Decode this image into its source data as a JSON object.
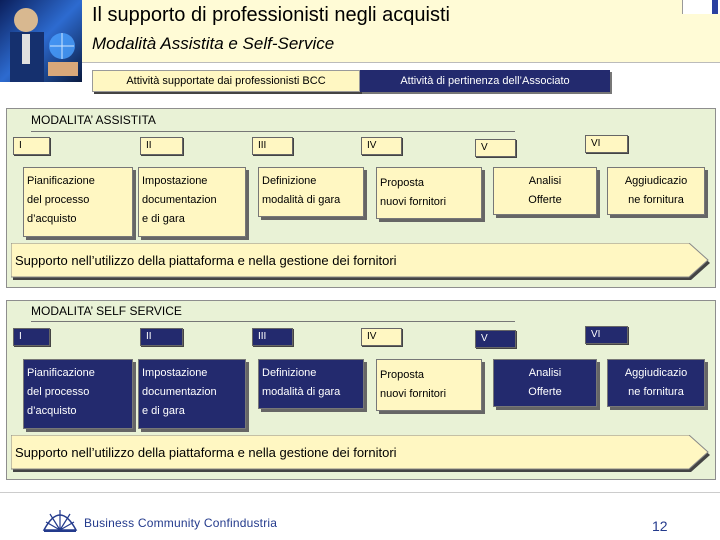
{
  "header": {
    "title": "Il supporto di professionisti negli acquisti",
    "subtitle": "Modalità Assistita e Self-Service"
  },
  "legend": {
    "professional": "Attività supportate dai professionisti BCC",
    "associate": "Attività di pertinenza dell’Associato"
  },
  "colors": {
    "light_fill": "#fff7c2",
    "dark_fill": "#232a6e",
    "panel_fill": "#e9f2d6",
    "header_band": "#fffbd6"
  },
  "panels": [
    {
      "title": "MODALITA’ ASSISTITA",
      "phases": [
        {
          "numeral": "I",
          "lines": [
            "Pianificazione",
            "del processo",
            "d’acquisto"
          ],
          "owner": "professional"
        },
        {
          "numeral": "II",
          "lines": [
            "Impostazione",
            "documentazion",
            "e di gara"
          ],
          "owner": "professional"
        },
        {
          "numeral": "III",
          "lines": [
            "Definizione",
            "modalità di gara"
          ],
          "owner": "professional"
        },
        {
          "numeral": "IV",
          "lines": [
            "Proposta",
            "nuovi fornitori"
          ],
          "owner": "professional"
        },
        {
          "numeral": "V",
          "lines": [
            "Analisi",
            "Offerte"
          ],
          "owner": "professional"
        },
        {
          "numeral": "VI",
          "lines": [
            "Aggiudicazio",
            "ne fornitura"
          ],
          "owner": "professional"
        }
      ],
      "support": "Supporto nell’utilizzo della piattaforma e nella gestione dei fornitori"
    },
    {
      "title": "MODALITA’ SELF SERVICE",
      "phases": [
        {
          "numeral": "I",
          "lines": [
            "Pianificazione",
            "del processo",
            "d’acquisto"
          ],
          "owner": "associate"
        },
        {
          "numeral": "II",
          "lines": [
            "Impostazione",
            "documentazion",
            "e di gara"
          ],
          "owner": "associate"
        },
        {
          "numeral": "III",
          "lines": [
            "Definizione",
            "modalità di gara"
          ],
          "owner": "associate"
        },
        {
          "numeral": "IV",
          "lines": [
            "Proposta",
            "nuovi fornitori"
          ],
          "owner": "professional"
        },
        {
          "numeral": "V",
          "lines": [
            "Analisi",
            "Offerte"
          ],
          "owner": "associate"
        },
        {
          "numeral": "VI",
          "lines": [
            "Aggiudicazio",
            "ne fornitura"
          ],
          "owner": "associate"
        }
      ],
      "support": "Supporto nell’utilizzo della piattaforma e nella gestione dei fornitori"
    }
  ],
  "footer": {
    "logo_text": "Business Community Confindustria",
    "page_number": "12"
  }
}
